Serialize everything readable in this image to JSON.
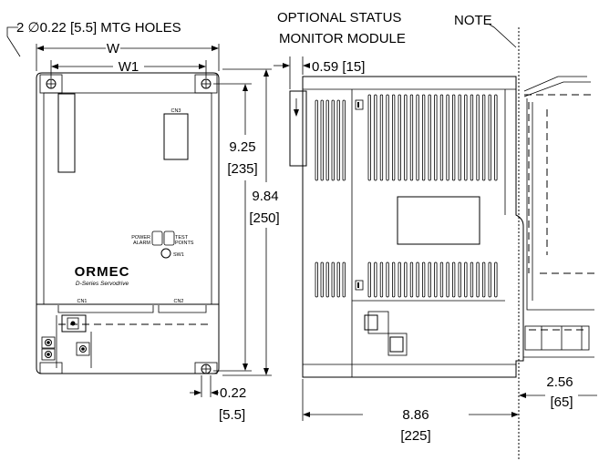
{
  "callouts": {
    "mtg_holes": "2 ∅0.22 [5.5] MTG HOLES",
    "status_module_line1": "OPTIONAL STATUS",
    "status_module_line2": "MONITOR MODULE",
    "note": "NOTE"
  },
  "dimensions": {
    "w": "W",
    "w1": "W1",
    "module_offset": "0.59 [15]",
    "height_inner_in": "9.25",
    "height_inner_mm": "[235]",
    "height_outer_in": "9.84",
    "height_outer_mm": "[250]",
    "hole_in": "0.22",
    "hole_mm": "[5.5]",
    "depth_in": "8.86",
    "depth_mm": "[225]",
    "clearance_in": "2.56",
    "clearance_mm": "[65]"
  },
  "front_panel": {
    "cn3": "CN3",
    "power": "POWER",
    "alarm": "ALARM",
    "test": "TEST",
    "points": "POINTS",
    "sw1": "SW1",
    "brand": "ORMEC",
    "series": "D-Series Servodrive",
    "cn1": "CN1",
    "cn2": "CN2"
  }
}
